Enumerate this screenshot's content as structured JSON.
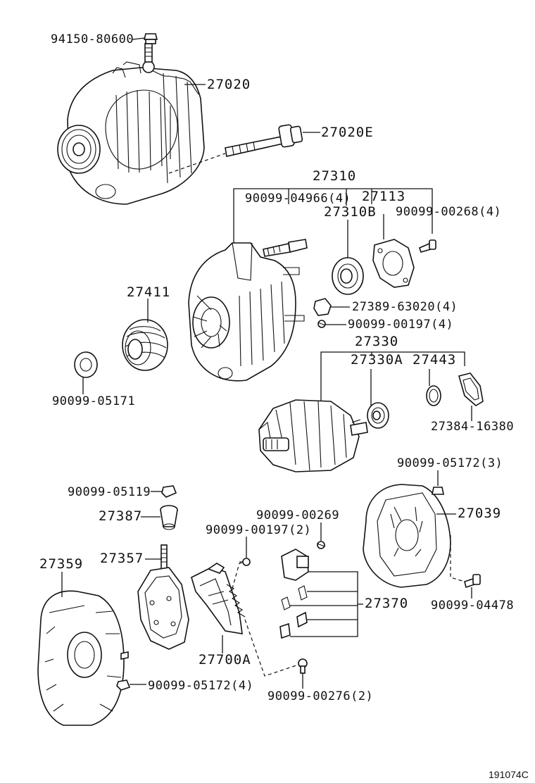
{
  "labels": {
    "bolt_top": "94150-80600",
    "alternator_assy": "27020",
    "through_bolt": "27020E",
    "drive_end_frame": "27310",
    "stud_bolt": "90099-04966(4)",
    "retainer": "27113",
    "bearing_front": "27310B",
    "screw_retainer": "90099-00268(4)",
    "pulley": "27411",
    "insulator": "27389-63020(4)",
    "screw_small": "90099-00197(4)",
    "rotor": "27330",
    "bearing_rear": "27330A",
    "bearing_cover": "27443",
    "bearing_ring": "27384-16380",
    "pulley_nut": "90099-05171",
    "rear_cover_nut": "90099-05172(3)",
    "terminal_nut": "90099-05119",
    "terminal_insulator": "27387",
    "rear_end_cover": "27039",
    "screw_reg": "90099-00269",
    "screw_reg2": "90099-00197(2)",
    "rectifier": "27357",
    "rectifier_end_frame": "27359",
    "brush_holder": "27370",
    "regulator": "27700A",
    "cover_screw": "90099-04478",
    "frame_nut": "90099-05172(4)",
    "holder_screw": "90099-00276(2)"
  },
  "figure_code": "191074C"
}
